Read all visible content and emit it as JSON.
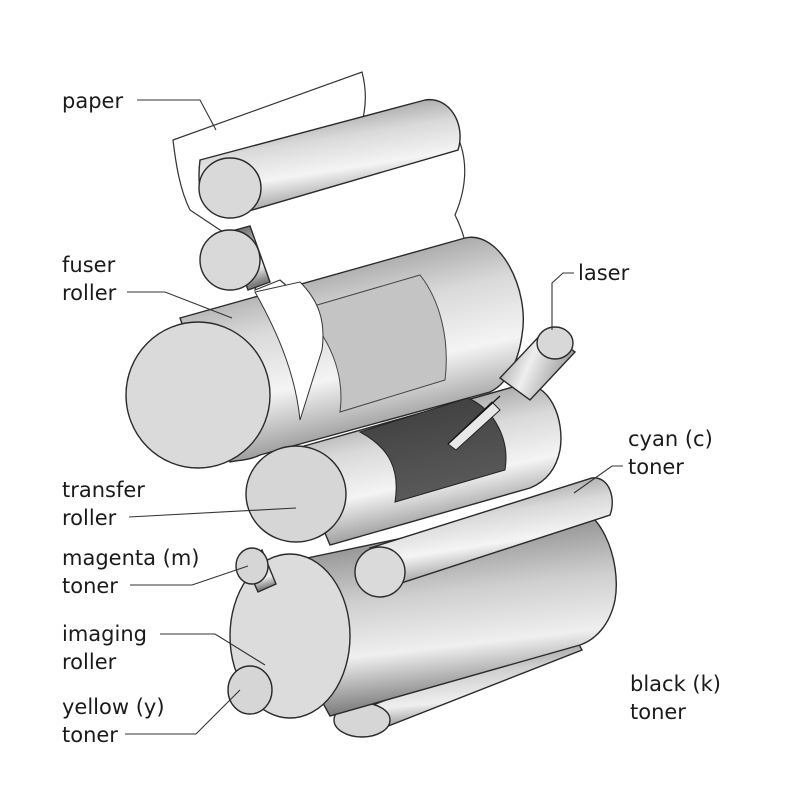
{
  "labels": {
    "paper": "paper",
    "fuser_1": "fuser",
    "fuser_2": "roller",
    "laser": "laser",
    "cyan_1": "cyan (c)",
    "cyan_2": "toner",
    "transfer_1": "transfer",
    "transfer_2": "roller",
    "magenta_1": "magenta (m)",
    "magenta_2": "toner",
    "imaging_1": "imaging",
    "imaging_2": "roller",
    "yellow_1": "yellow (y)",
    "yellow_2": "toner",
    "black_1": "black (k)",
    "black_2": "toner"
  }
}
